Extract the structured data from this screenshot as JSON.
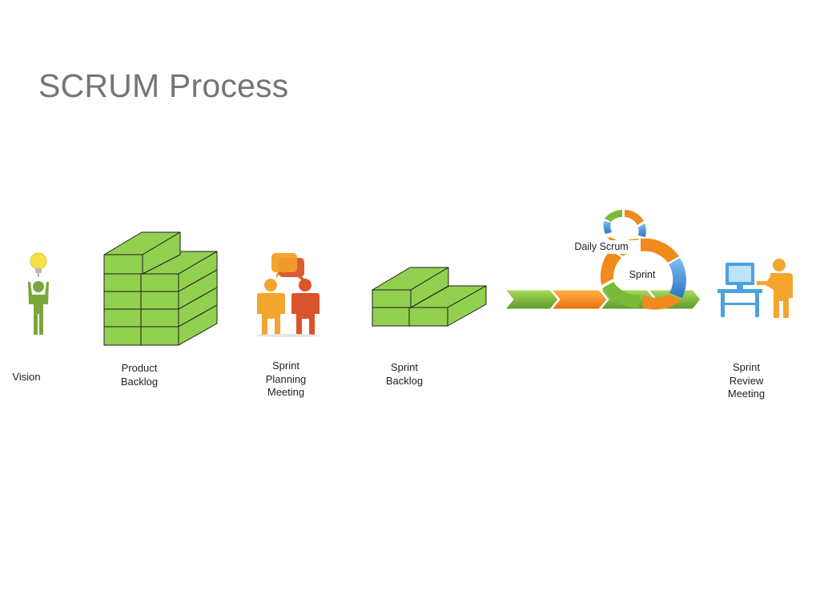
{
  "title": "SCRUM Process",
  "labels": {
    "vision": "Vision",
    "product_backlog": "Product\nBacklog",
    "sprint_planning": "Sprint\nPlanning\nMeeting",
    "sprint_backlog": "Sprint\nBacklog",
    "daily_scrum": "Daily Scrum",
    "sprint": "Sprint",
    "sprint_review": "Sprint\nReview\nMeeting"
  },
  "colors": {
    "brick_green": "#92D050",
    "person_green": "#7AA63A",
    "person_orange": "#F3A52D",
    "person_red": "#D9532B",
    "arrow_orange": "#F08A1C",
    "cycle_blue": "#3D89D6",
    "desk_blue": "#4AA3DF",
    "title_gray": "#757575"
  },
  "icons": [
    "lightbulb-icon",
    "person-icon",
    "speech-bubble-icon",
    "cycle-icon",
    "computer-desk-icon"
  ]
}
